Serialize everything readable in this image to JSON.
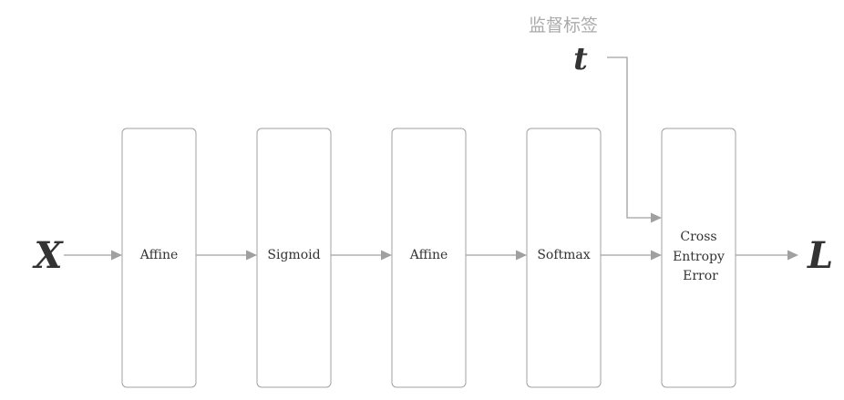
{
  "diagram": {
    "input_var": "X",
    "output_var": "L",
    "supervision": {
      "caption": "监督标签",
      "var": "t"
    },
    "nodes": [
      {
        "id": "affine-1",
        "lines": [
          "Affine"
        ]
      },
      {
        "id": "sigmoid",
        "lines": [
          "Sigmoid"
        ]
      },
      {
        "id": "affine-2",
        "lines": [
          "Affine"
        ]
      },
      {
        "id": "softmax",
        "lines": [
          "Softmax"
        ]
      },
      {
        "id": "cross-entropy-error",
        "lines": [
          "Cross",
          "Entropy",
          "Error"
        ]
      }
    ]
  }
}
